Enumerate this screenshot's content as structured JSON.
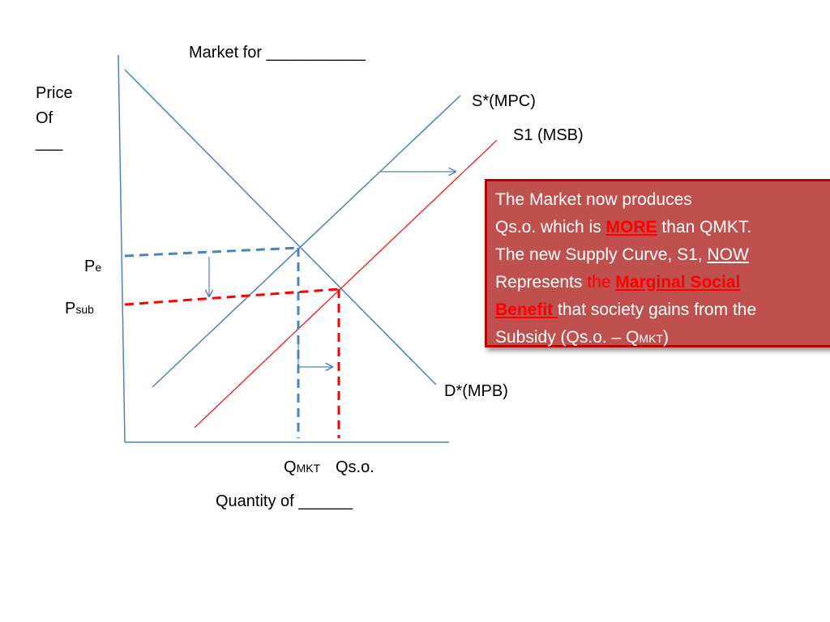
{
  "title": "Market for ___________",
  "y_axis_label": [
    "Price",
    "Of",
    "___"
  ],
  "x_axis_label": "Quantity of ______",
  "curves": {
    "supply_original": "S*(MPC)",
    "supply_new": "S1 (MSB)",
    "demand": "D*(MPB)"
  },
  "price_labels": {
    "pe_main": "P",
    "pe_sub": "e",
    "psub_main": "P",
    "psub_sub": "sub"
  },
  "quantity_labels": {
    "qmkt_main": "Q",
    "qmkt_sub": "MKT",
    "qso": "Qs.o."
  },
  "callout": {
    "line1": "The Market now produces",
    "line2_a": "Qs.o. which is ",
    "line2_b": "MORE",
    "line2_c": " than QMKT.",
    "line3_a": "The new  Supply Curve, S1, ",
    "line3_b": "NOW",
    "line4_a": "Represents ",
    "line4_b": "the ",
    "line4_c": "Marginal Social",
    "line5_a": "Benefit ",
    "line5_b": "that society gains from the",
    "line6_a": "Subsidy (Qs.o. – Q",
    "line6_b": "MKT",
    "line6_c": ")"
  },
  "colors": {
    "axis": "#4f81bd",
    "supply_original": "#4f81bd",
    "supply_new": "#ff0000",
    "demand": "#4f81bd",
    "dashed_blue": "#4f81bd",
    "dashed_red": "#ff0000",
    "callout_fill": "#c0504d",
    "callout_border": "#b70000"
  }
}
